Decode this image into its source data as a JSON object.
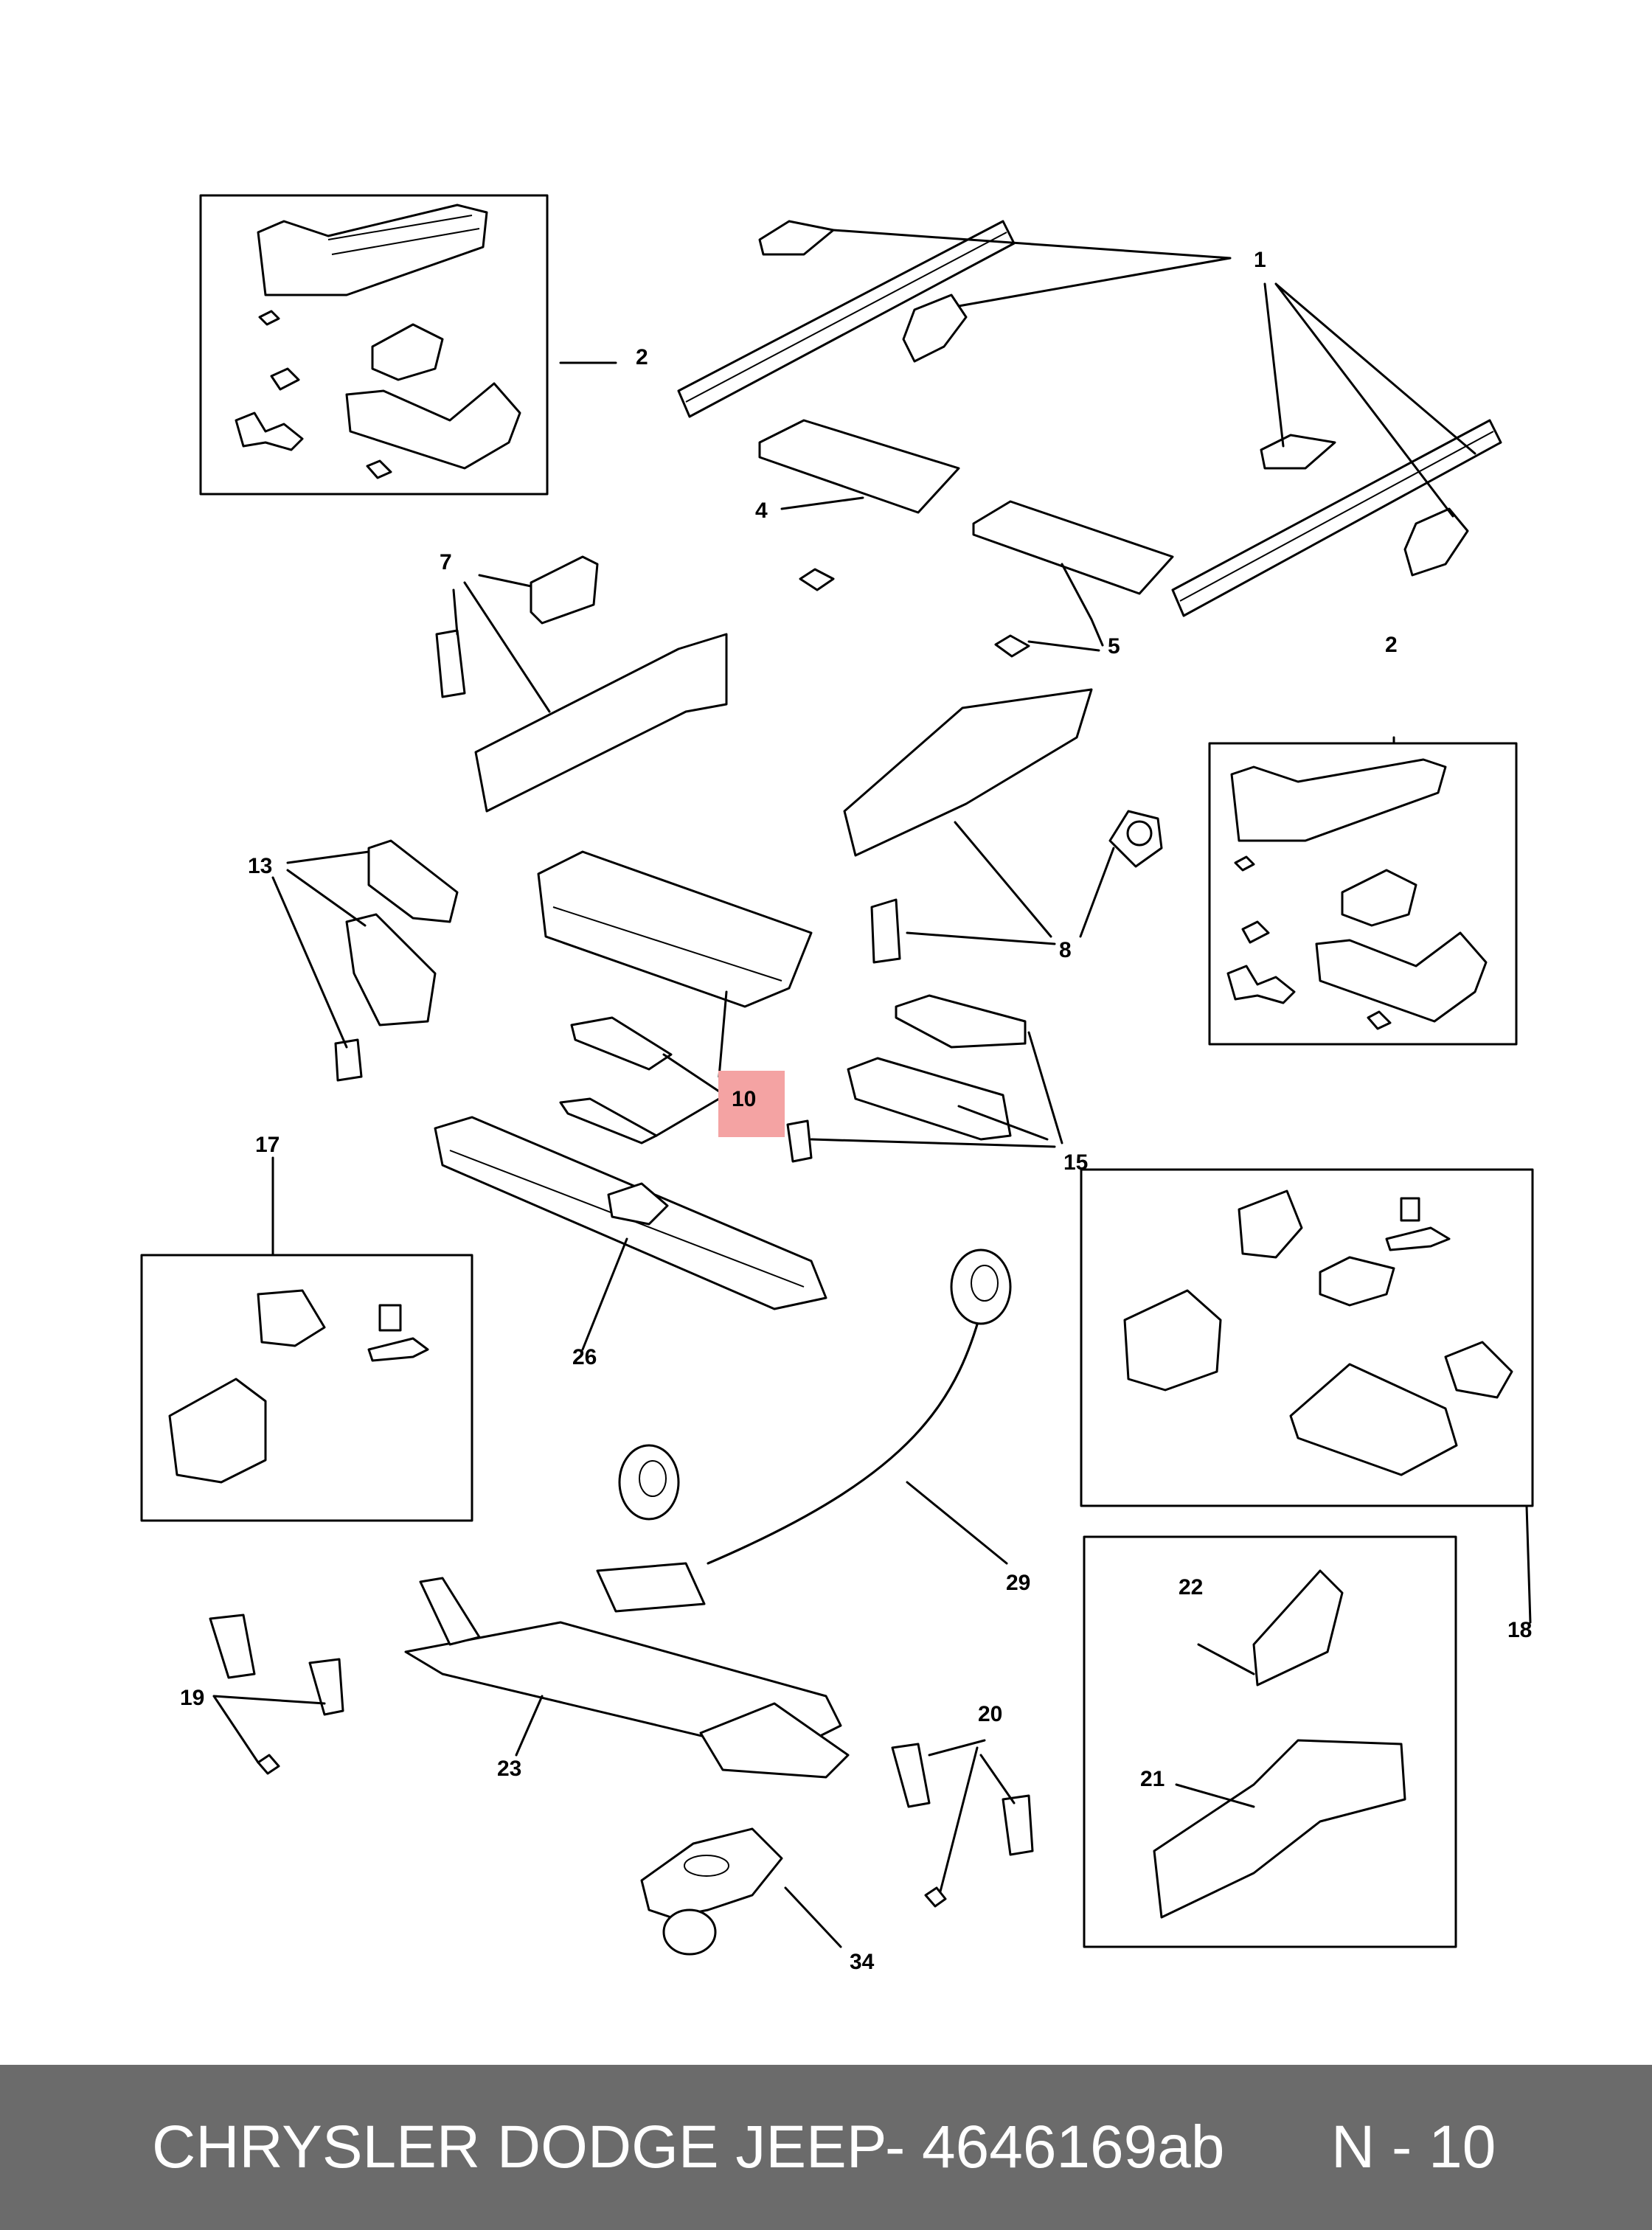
{
  "callouts": {
    "c1": "1",
    "c2a": "2",
    "c2b": "2",
    "c4": "4",
    "c5": "5",
    "c7": "7",
    "c8": "8",
    "c10": "10",
    "c13": "13",
    "c15": "15",
    "c17": "17",
    "c18": "18",
    "c19": "19",
    "c20": "20",
    "c21": "21",
    "c22": "22",
    "c23": "23",
    "c26": "26",
    "c29": "29",
    "c34": "34"
  },
  "colors": {
    "highlight": "#f4a3a3",
    "footer_bg": "#6b6b6b",
    "footer_text": "#ffffff"
  },
  "footer": {
    "brand": "CHRYSLER DODGE JEEP",
    "separator": "-",
    "part_number": "4646169ab",
    "page_code": "N - 10"
  }
}
